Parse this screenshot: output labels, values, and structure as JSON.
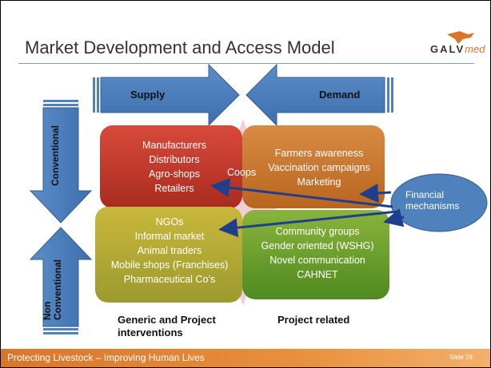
{
  "slide": {
    "title": "Market Development and Access Model",
    "logo": {
      "main": "GALV",
      "accent": "med"
    },
    "footer": "Protecting Livestock – Improving Human Lives",
    "slide_number": "Slide 28"
  },
  "arrows": {
    "supply": "Supply",
    "demand": "Demand",
    "conventional": "Conventional",
    "non_conventional_line1": "Non",
    "non_conventional_line2": "Conventional"
  },
  "boxes": {
    "top_left": [
      "Manufacturers",
      "Distributors",
      "Agro-shops",
      "Retailers"
    ],
    "top_right": [
      "Farmers awareness",
      "Vaccination campaigns",
      "Marketing"
    ],
    "bottom_left": [
      "NGOs",
      "Informal market",
      "Animal traders",
      "Mobile shops (Franchises)",
      "Pharmaceutical Co’s"
    ],
    "bottom_right": [
      "Community groups",
      "Gender oriented (WSHG)",
      "Novel communication",
      "CAHNET"
    ]
  },
  "labels": {
    "coops": "Coops",
    "financial_line1": "Financial",
    "financial_line2": "mechanisms",
    "generic_line1": "Generic and Project",
    "generic_line2": "interventions",
    "project_related": "Project related"
  },
  "colors": {
    "arrow_blue": "#4f81bd",
    "arrow_outline": "#385d8a",
    "box_red": "#c0392b",
    "box_orange": "#cf7a2e",
    "box_yellow": "#b2aa3a",
    "box_green": "#6a9a2a",
    "ellipse_blue": "#4f81bd",
    "connector_navy": "#1f3f8a",
    "footer_orange": "#d9762b"
  }
}
